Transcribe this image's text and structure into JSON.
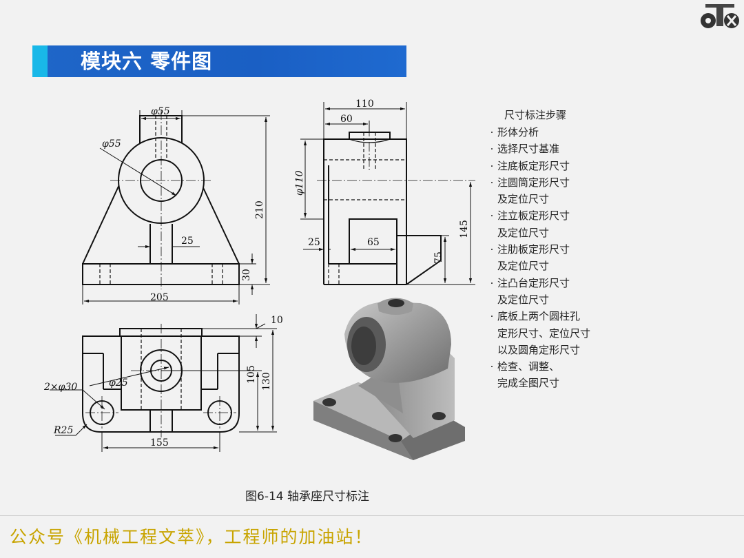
{
  "header": {
    "title": "模块六  零件图"
  },
  "dims": {
    "front": {
      "phi55_top": "φ55",
      "phi55_left": "φ55",
      "h210": "210",
      "w25": "25",
      "h30": "30",
      "w205": "205"
    },
    "side": {
      "w110": "110",
      "w60": "60",
      "phi110": "φ110",
      "w25": "25",
      "w65": "65",
      "h145": "145",
      "h75": "75"
    },
    "top": {
      "d10": "10",
      "holes": "2×φ30",
      "phi25": "φ25",
      "h105": "105",
      "h130": "130",
      "r25": "R25",
      "w155": "155"
    }
  },
  "steps": {
    "heading": "尺寸标注步骤",
    "items": [
      {
        "bullet": "·",
        "lines": [
          "形体分析"
        ]
      },
      {
        "bullet": "·",
        "lines": [
          "选择尺寸基准"
        ]
      },
      {
        "bullet": "·",
        "lines": [
          "注底板定形尺寸"
        ]
      },
      {
        "bullet": "·",
        "lines": [
          "注圆筒定形尺寸",
          "及定位尺寸"
        ]
      },
      {
        "bullet": "·",
        "lines": [
          "注立板定形尺寸",
          "及定位尺寸"
        ]
      },
      {
        "bullet": "·",
        "lines": [
          "注肋板定形尺寸",
          "及定位尺寸"
        ]
      },
      {
        "bullet": "·",
        "lines": [
          "注凸台定形尺寸",
          "及定位尺寸"
        ]
      },
      {
        "bullet": "·",
        "lines": [
          "底板上两个圆柱孔",
          "定形尺寸、定位尺寸",
          "以及圆角定形尺寸"
        ]
      },
      {
        "bullet": "·",
        "lines": [
          "检查、调整、",
          "完成全图尺寸"
        ]
      }
    ]
  },
  "caption": "图6-14  轴承座尺寸标注",
  "footer": "公众号《机械工程文萃》，工程师的加油站！",
  "colors": {
    "title_bar": "#1a5fc4",
    "title_accent": "#19b8e8",
    "footer_text": "#c8a400"
  }
}
